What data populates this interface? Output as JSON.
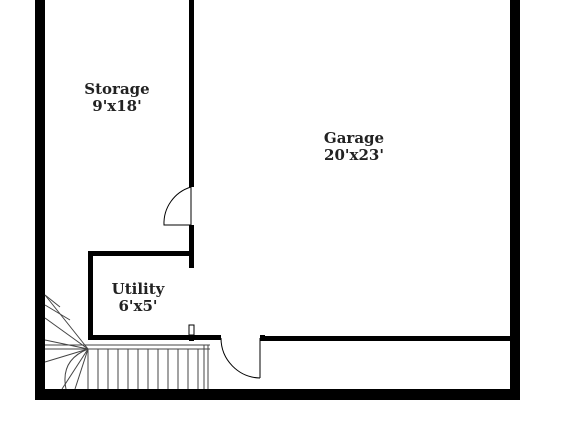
{
  "floorplan": {
    "rooms": [
      {
        "id": "storage",
        "name": "Storage",
        "dimensions": "9'x18'"
      },
      {
        "id": "garage",
        "name": "Garage",
        "dimensions": "20'x23'"
      },
      {
        "id": "utility",
        "name": "Utility",
        "dimensions": "6'x5'"
      }
    ],
    "colors": {
      "wall": "#000000",
      "background": "#ffffff",
      "text": "#222222",
      "stair_line": "#444444"
    }
  }
}
